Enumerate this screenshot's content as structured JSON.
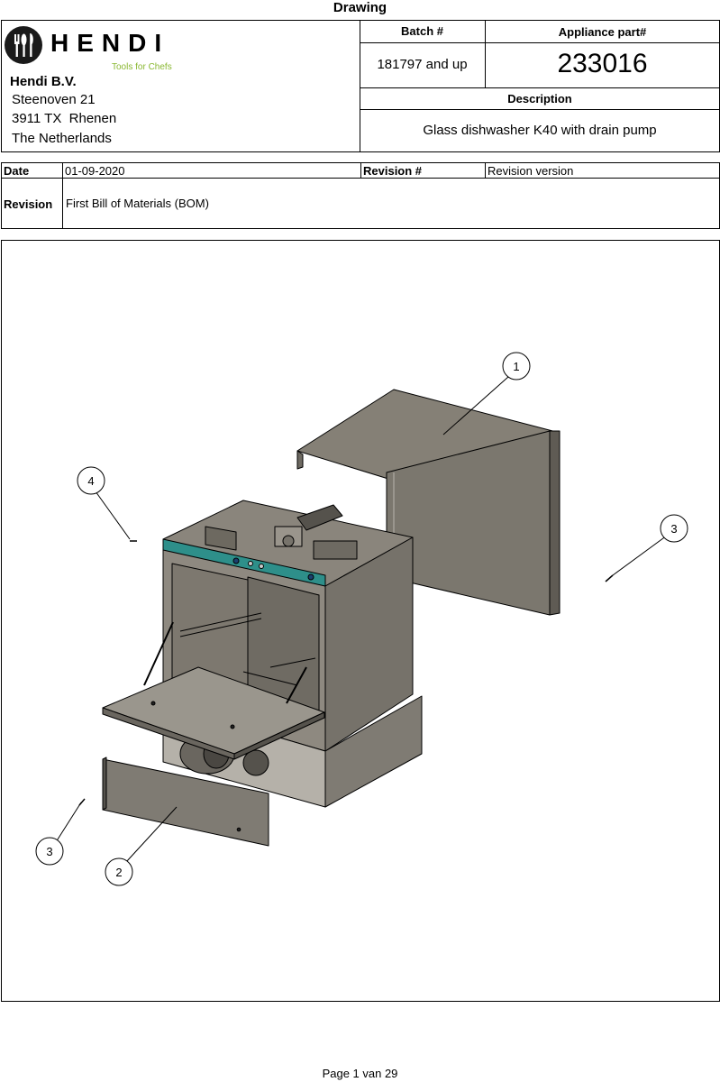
{
  "page": {
    "title": "Drawing",
    "footer": "Page 1 van 29"
  },
  "company": {
    "logo_text": "HENDI",
    "tagline": "Tools for Chefs",
    "name": "Hendi B.V.",
    "address_line1": "Steenoven 21",
    "address_line2": "3911 TX  Rhenen",
    "address_line3": "The Netherlands"
  },
  "header": {
    "batch_label": "Batch #",
    "batch_value": "181797 and up",
    "part_label": "Appliance part#",
    "part_value": "233016",
    "description_label": "Description",
    "description_value": "Glass dishwasher K40 with drain pump"
  },
  "revision_table": {
    "date_label": "Date",
    "date_value": "01-09-2020",
    "revision_num_label": "Revision #",
    "revision_num_value": "Revision version",
    "revision_label": "Revision",
    "revision_value": "First Bill of Materials (BOM)"
  },
  "drawing": {
    "callouts": [
      "1",
      "2",
      "3",
      "3",
      "4"
    ],
    "colors": {
      "panel": "#858076",
      "teal": "#2e8f8a",
      "line": "#000000"
    }
  }
}
